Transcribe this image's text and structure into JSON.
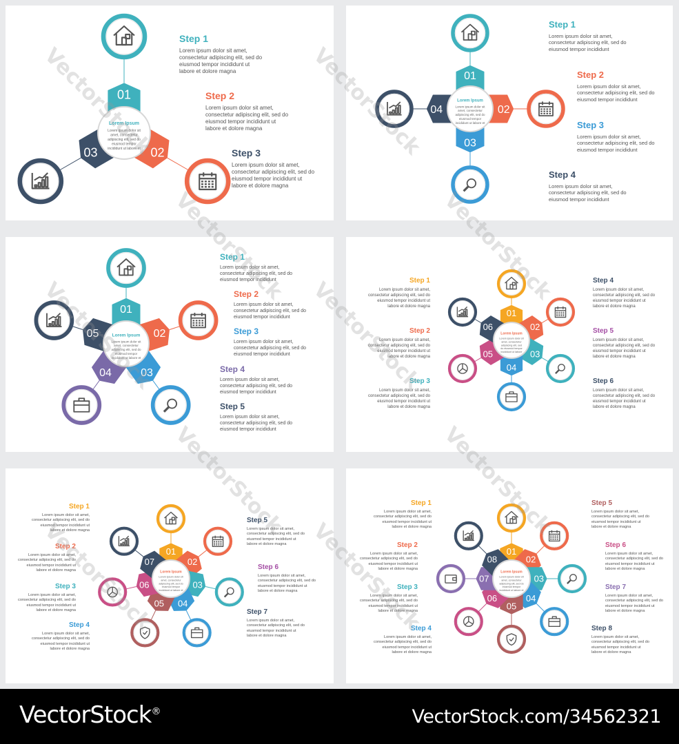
{
  "colors": {
    "teal": "#3fb1bd",
    "orange": "#ee6a4b",
    "navy": "#3d5068",
    "blue": "#3b9bd6",
    "purple": "#7a6aa8",
    "yellow": "#f5a623",
    "purple2": "#a44ea4",
    "brown": "#b05f5f",
    "pink": "#c94f86",
    "violet": "#8a6fb0",
    "grey": "#d7d7d7"
  },
  "lorem_short": "Lorem ipsum dolor sit amet,\nconsectetur adipiscing elit, sed do\neiusmod tempor incididunt ut\nlabore et dolore magna",
  "lorem_mid": "Lorem ipsum dolor sit amet,\nconsectetur adipiscing elit, sed do\neiusmod tempor incididunt",
  "center_title": "Lorem Ipsum",
  "center_body": "Lorem ipsum dolor sit amet, consectetur adipiscing elit, sed do eiusmod tempor incididunt ut labore et dolore magna",
  "watermark": "VectorStock",
  "footer": {
    "brand": "VectorStock",
    "brand_mark": "®",
    "url": "VectorStock.com/34562321"
  },
  "panels": [
    {
      "steps": [
        "Step 1",
        "Step 2",
        "Step 3"
      ],
      "numbers": [
        "01",
        "02",
        "03"
      ]
    },
    {
      "steps": [
        "Step 1",
        "Step 2",
        "Step 3",
        "Step 4"
      ],
      "numbers": [
        "01",
        "02",
        "03",
        "04"
      ]
    },
    {
      "steps": [
        "Step 1",
        "Step 2",
        "Step 3",
        "Step 4",
        "Step 5"
      ],
      "numbers": [
        "01",
        "02",
        "03",
        "04",
        "05"
      ]
    },
    {
      "steps": [
        "Step 1",
        "Step 2",
        "Step 3",
        "Step 4",
        "Step 5",
        "Step 6"
      ],
      "numbers": [
        "01",
        "02",
        "03",
        "04",
        "05",
        "06"
      ]
    },
    {
      "steps": [
        "Step 1",
        "Step 2",
        "Step 3",
        "Step 4",
        "Step 5",
        "Step 6",
        "Step 7"
      ],
      "numbers": [
        "01",
        "02",
        "03",
        "04",
        "05",
        "06",
        "07"
      ]
    },
    {
      "steps": [
        "Step 1",
        "Step 2",
        "Step 3",
        "Step 4",
        "Step 5",
        "Step 6",
        "Step 7",
        "Step 8"
      ],
      "numbers": [
        "01",
        "02",
        "03",
        "04",
        "05",
        "06",
        "07",
        "08"
      ]
    }
  ]
}
